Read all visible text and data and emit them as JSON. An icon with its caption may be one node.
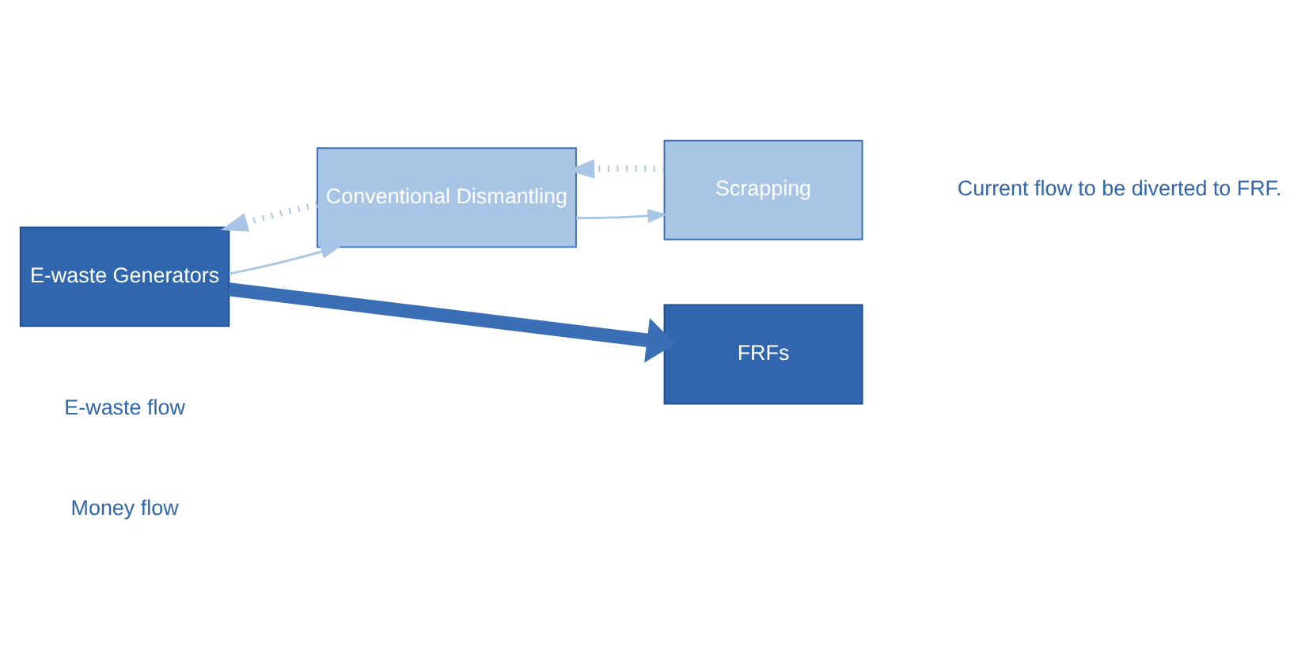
{
  "diagram": {
    "nodes": [
      {
        "text": [
          "E-waste Generators"
        ]
      },
      {
        "text": [
          "Conventional Dismantling"
        ]
      },
      {
        "text": [
          "Scrapping"
        ]
      },
      {
        "text": [
          "FRFs"
        ]
      }
    ],
    "edges": [
      {
        "from": 0,
        "to": 1,
        "arrow": "to"
      },
      {
        "from": 1,
        "to": 2,
        "arrow": "to"
      },
      {
        "from": 0,
        "to": 3,
        "arrow": "to",
        "style": "thick",
        "color": "#3a6fb5"
      },
      {
        "from": 1,
        "to": 0,
        "arrow": "to",
        "style": "dashed"
      },
      {
        "from": 2,
        "to": 1,
        "arrow": "to",
        "style": "dashed"
      }
    ],
    "labels": [
      "Current flow to be diverted to FRF."
    ],
    "legend": [
      {
        "text": "E-waste flow"
      },
      {
        "text": "Money flow"
      }
    ]
  }
}
